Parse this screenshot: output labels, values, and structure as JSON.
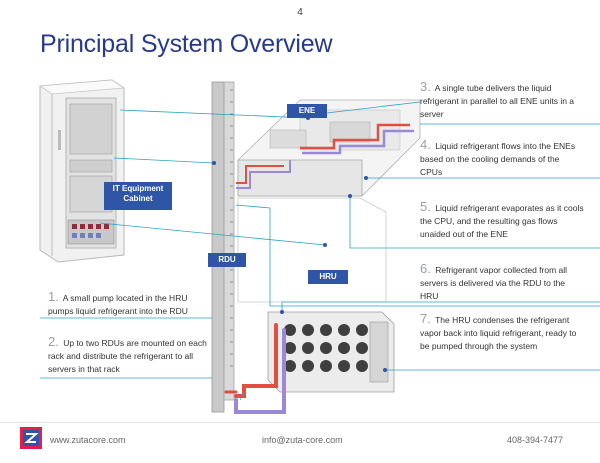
{
  "page_number": "4",
  "title": "Principal System Overview",
  "tags": {
    "ene": "ENE",
    "it_cabinet_line1": "IT Equipment",
    "it_cabinet_line2": "Cabinet",
    "rdu": "RDU",
    "hru": "HRU"
  },
  "callouts": [
    {
      "num": "1.",
      "text": "A small pump located in the HRU pumps liquid refrigerant into the RDU"
    },
    {
      "num": "2.",
      "text": "Up to two RDUs are mounted on each rack and distribute the refrigerant to all servers in that rack"
    },
    {
      "num": "3.",
      "text": "A single tube delivers the liquid refrigerant in parallel to all ENE units in a server"
    },
    {
      "num": "4.",
      "text": "Liquid refrigerant flows into the ENEs based on the cooling demands of the CPUs"
    },
    {
      "num": "5.",
      "text": "Liquid refrigerant evaporates as it cools the CPU, and the resulting gas flows unaided out of the ENE"
    },
    {
      "num": "6.",
      "text": "Refrigerant vapor collected from all servers is delivered via the RDU to the HRU"
    },
    {
      "num": "7.",
      "text": "The HRU condenses the refrigerant vapor back into liquid refrigerant, ready to be pumped through the system"
    }
  ],
  "footer": {
    "website": "www.zutacore.com",
    "email": "info@zuta-core.com",
    "phone": "408-394-7477"
  },
  "colors": {
    "title": "#283a8c",
    "tag_bg": "#2f56a6",
    "leader_line": "#29a3c2",
    "liquid_line": "#e05040",
    "vapor_line": "#9a88d8"
  },
  "icons": [
    "zutacore-logo-icon"
  ]
}
